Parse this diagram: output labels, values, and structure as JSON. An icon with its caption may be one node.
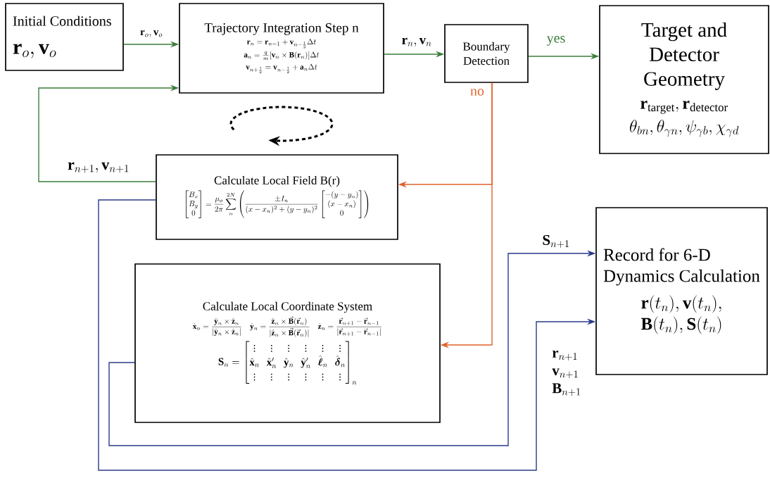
{
  "diagram": {
    "nodes": [
      {
        "text": [
          "Initial Conditions",
          "\\mathbf{r}_o, \\mathbf{v}_o"
        ]
      },
      {
        "text": [
          "Trajectory Integration Step n",
          "\\mathbf{r}_n = \\mathbf{r}_{n-1} + \\mathbf{v}_{n-\\frac{1}{2}}\\Delta t",
          "\\mathbf{a}_n = \\frac{q}{m}[\\mathbf{v}_n \\times \\mathbf{B}(\\mathbf{r}_n)]\\Delta t",
          "\\mathbf{v}_{n+\\frac{1}{2}} = \\mathbf{v}_{n-\\frac{1}{2}} + \\mathbf{a}_n\\Delta t"
        ]
      },
      {
        "text": [
          "Boundary Detection"
        ]
      },
      {
        "text": [
          "Target and Detector Geometry",
          "\\mathbf{r}_{\\mathrm{target}}, \\mathbf{r}_{\\mathrm{detector}}",
          "\\theta_{bn}, \\theta_{\\gamma n}, \\psi_{\\gamma b}, \\chi_{\\gamma d}"
        ]
      },
      {
        "text": [
          "Calculate Local Field B(r)",
          "\\begin{bmatrix}B_x\\\\B_y\\\\0\\end{bmatrix} = \\frac{\\mu_o}{2\\pi}\\sum_n^{2N}\\left(\\frac{\\pm I_n}{(x-x_n)^2+(y-y_n)^2}\\begin{bmatrix}-(y-y_n)\\\\(x-x_n)\\\\0\\end{bmatrix}\\right)"
        ]
      },
      {
        "text": [
          "Calculate Local Coordinate System",
          "\\hat{\\mathbf{x}}_n = \\frac{\\hat{\\mathbf{y}}_n\\times\\hat{\\mathbf{z}}_n}{|\\hat{\\mathbf{y}}_n\\times\\hat{\\mathbf{z}}_n|}",
          "\\hat{\\mathbf{y}}_n = \\frac{\\hat{\\mathbf{z}}_n\\times\\vec{\\mathbf{B}}(\\vec{\\mathbf{r}}_n)}{|\\hat{\\mathbf{z}}_n\\times\\vec{\\mathbf{B}}(\\vec{\\mathbf{r}}_n)|}",
          "\\hat{\\mathbf{z}}_n = \\frac{\\vec{\\mathbf{r}}_{n+1}-\\vec{\\mathbf{r}}_{n-1}}{|\\vec{\\mathbf{r}}_{n+1}-\\vec{\\mathbf{r}}_{n-1}|}",
          "\\mathbf{S}_n = \\begin{bmatrix}\\vdots&\\vdots&\\vdots&\\vdots&\\vdots&\\vdots\\\\ \\hat{\\mathbf{x}}_n & \\hat{\\mathbf{x}}'_n & \\hat{\\mathbf{y}}_n & \\hat{\\mathbf{y}}'_n & \\hat{\\boldsymbol{\\ell}}_n & \\hat{\\boldsymbol{\\delta}}_n\\\\ \\vdots&\\vdots&\\vdots&\\vdots&\\vdots&\\vdots\\end{bmatrix}_n"
        ]
      },
      {
        "text": [
          "Record for 6-D Dynamics Calculation",
          "\\mathbf{r}(t_n), \\mathbf{v}(t_n),",
          "\\mathbf{B}(t_n), \\mathbf{S}(t_n)"
        ]
      }
    ],
    "edges": [
      {
        "from": 0,
        "to": 1,
        "arrow": "to",
        "label": "\\mathbf{r}_o, \\mathbf{v}_o"
      },
      {
        "from": 1,
        "to": 2,
        "arrow": "to",
        "label": "\\mathbf{r}_n, \\mathbf{v}_n"
      },
      {
        "from": 2,
        "to": 3,
        "arrow": "to",
        "label": "yes"
      },
      {
        "from": 2,
        "to": 4,
        "arrow": "to",
        "label": "no",
        "color": "#e0622a"
      },
      {
        "from": 2,
        "to": 5,
        "arrow": "to",
        "color": "#e0622a"
      },
      {
        "from": 4,
        "to": 1,
        "arrow": "to",
        "label": "\\mathbf{r}_{n+1}, \\mathbf{v}_{n+1}"
      },
      {
        "from": 4,
        "to": 6,
        "arrow": "to",
        "label": "\\begin{array}{l}\\mathbf{r}_{n+1}\\\\ \\mathbf{v}_{n+1}\\\\ \\mathbf{B}_{n+1}\\end{array}",
        "color": "#2b3a8a"
      },
      {
        "from": 5,
        "to": 6,
        "arrow": "to",
        "label": "\\mathbf{S}_{n+1}",
        "color": "#2b3a8a"
      }
    ]
  }
}
